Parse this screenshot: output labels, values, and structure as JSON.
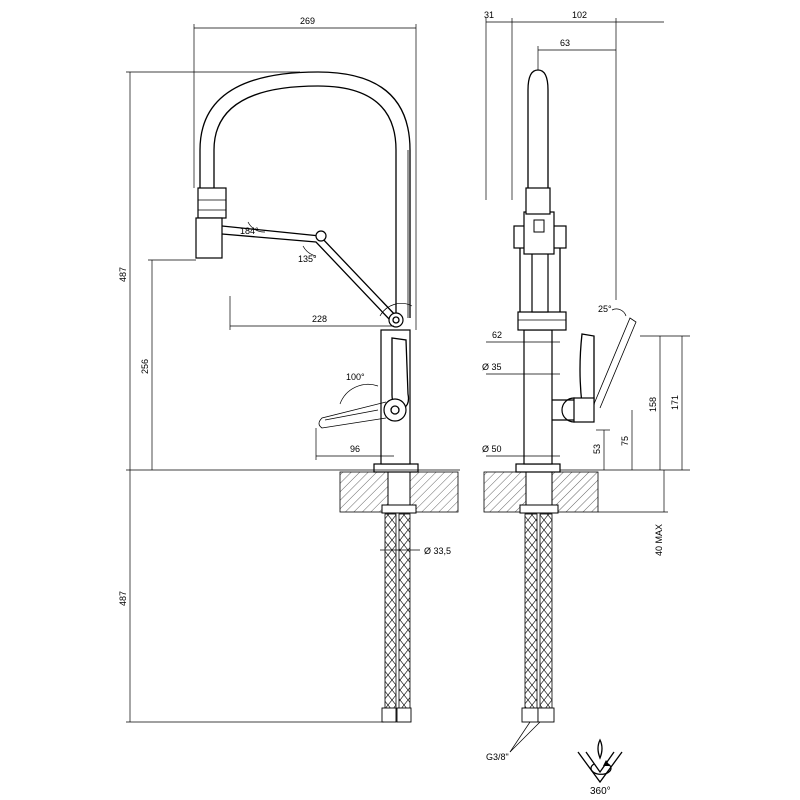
{
  "dimensions": {
    "overall_width": "269",
    "total_height": "487",
    "below_height": "487",
    "spout_outlet_height": "256",
    "spout_reach": "228",
    "lever_reach": "96",
    "angle_spout_rotation": "184°",
    "angle_joint": "135°",
    "angle_lever": "100°",
    "thread_diameter": "Ø 33,5",
    "side_offset": "31",
    "side_width": "102",
    "side_spout_width": "63",
    "body_width": "62",
    "diameter_35": "Ø 35",
    "diameter_50": "Ø 50",
    "lever_tilt": "25°",
    "height_158": "158",
    "height_171": "171",
    "height_75": "75",
    "height_53": "53",
    "max_deck": "40 MAX",
    "connection_thread": "G3/8\"",
    "rotation_angle": "360°"
  }
}
